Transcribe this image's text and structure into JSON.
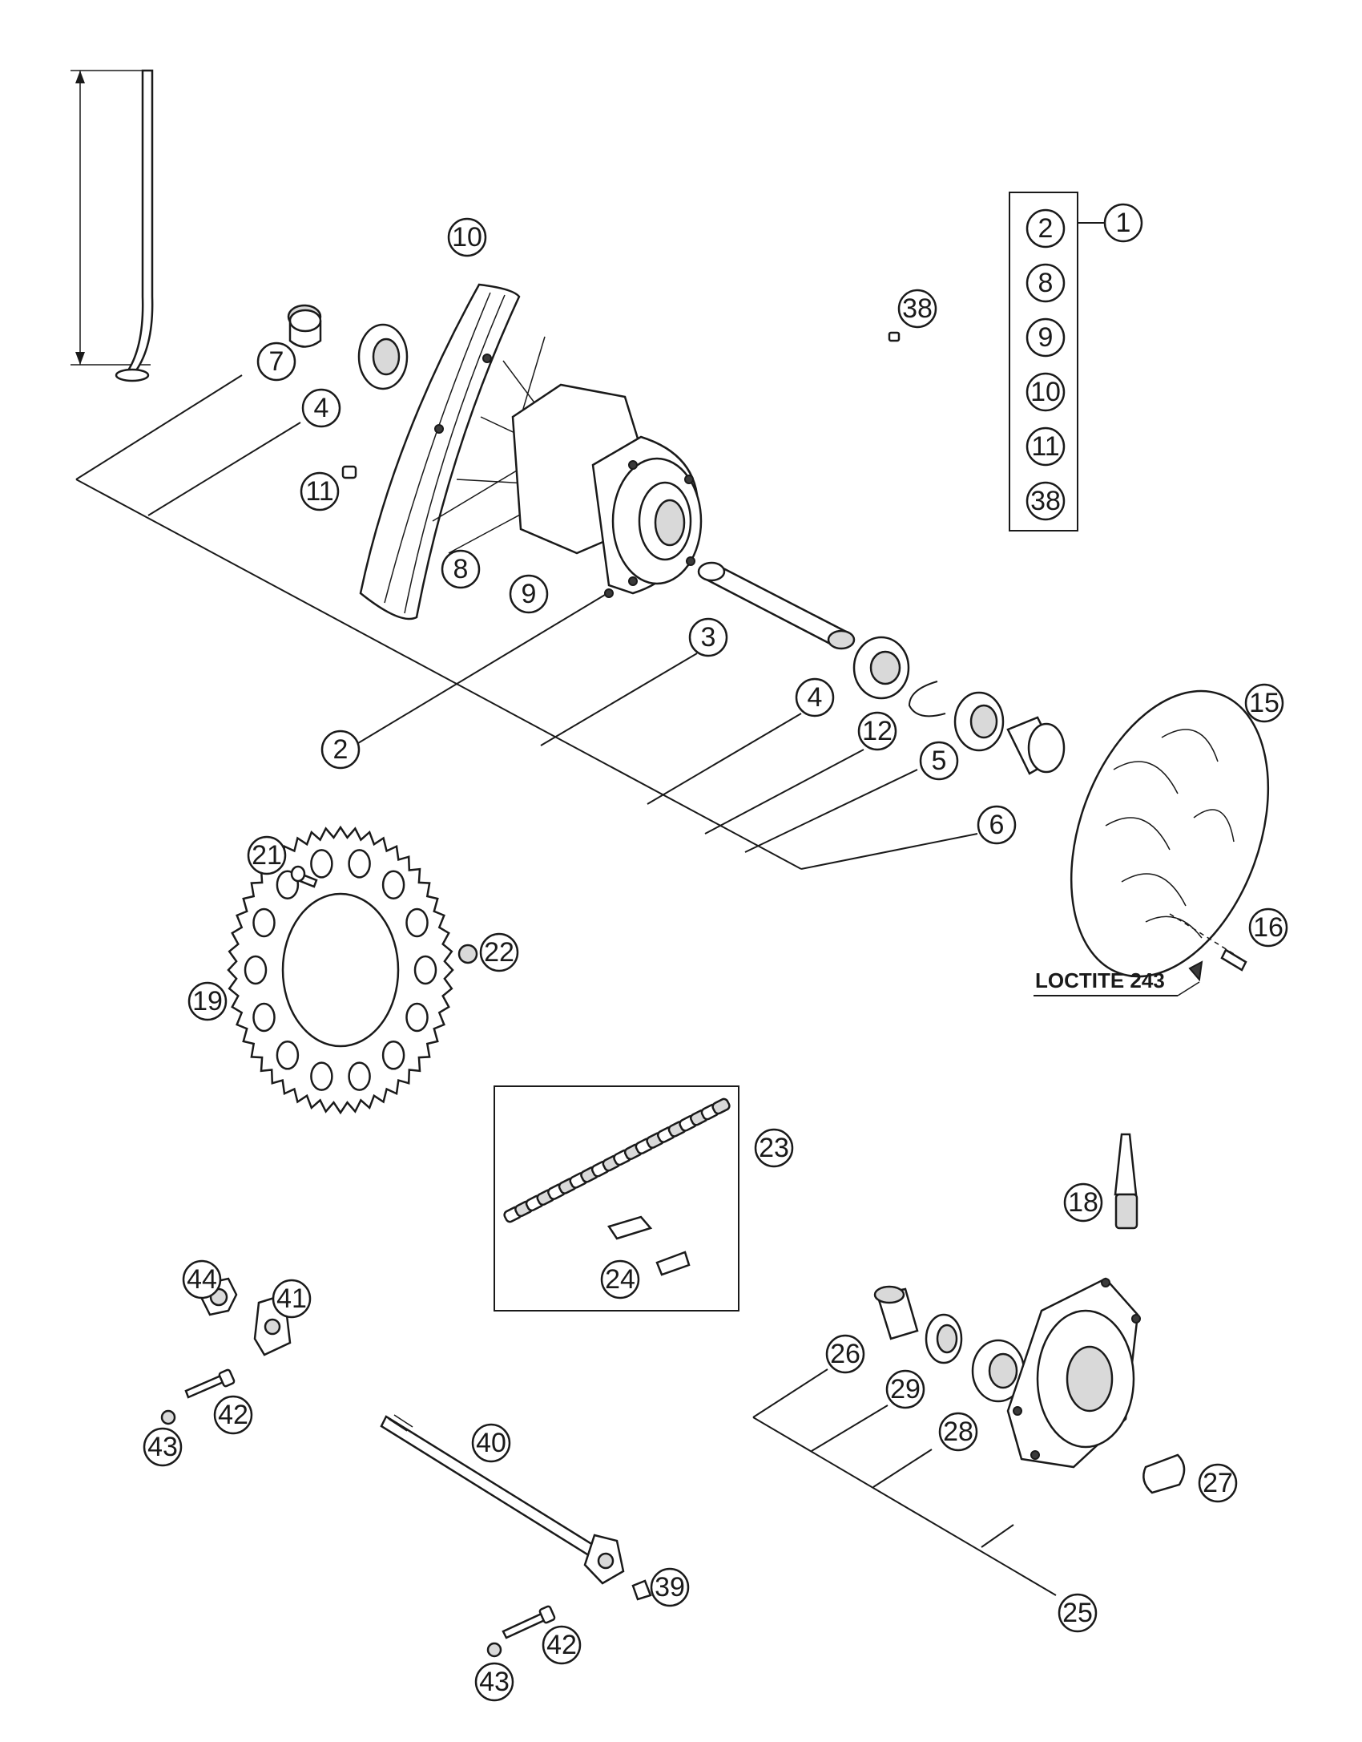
{
  "callouts": {
    "c1": "1",
    "c2": "2",
    "c3": "3",
    "c4a": "4",
    "c4b": "4",
    "c5": "5",
    "c6": "6",
    "c7": "7",
    "c8": "8",
    "c9": "9",
    "c10": "10",
    "c11": "11",
    "c12": "12",
    "c15": "15",
    "c16": "16",
    "c18": "18",
    "c19": "19",
    "c21": "21",
    "c22": "22",
    "c23": "23",
    "c24": "24",
    "c25": "25",
    "c26": "26",
    "c27": "27",
    "c28": "28",
    "c29": "29",
    "c38": "38",
    "c39": "39",
    "c40": "40",
    "c41": "41",
    "c42a": "42",
    "c42b": "42",
    "c43a": "43",
    "c43b": "43",
    "c44": "44"
  },
  "kit_list": [
    "2",
    "8",
    "9",
    "10",
    "11",
    "38"
  ],
  "notes": {
    "loctite": "LOCTITE 243"
  }
}
